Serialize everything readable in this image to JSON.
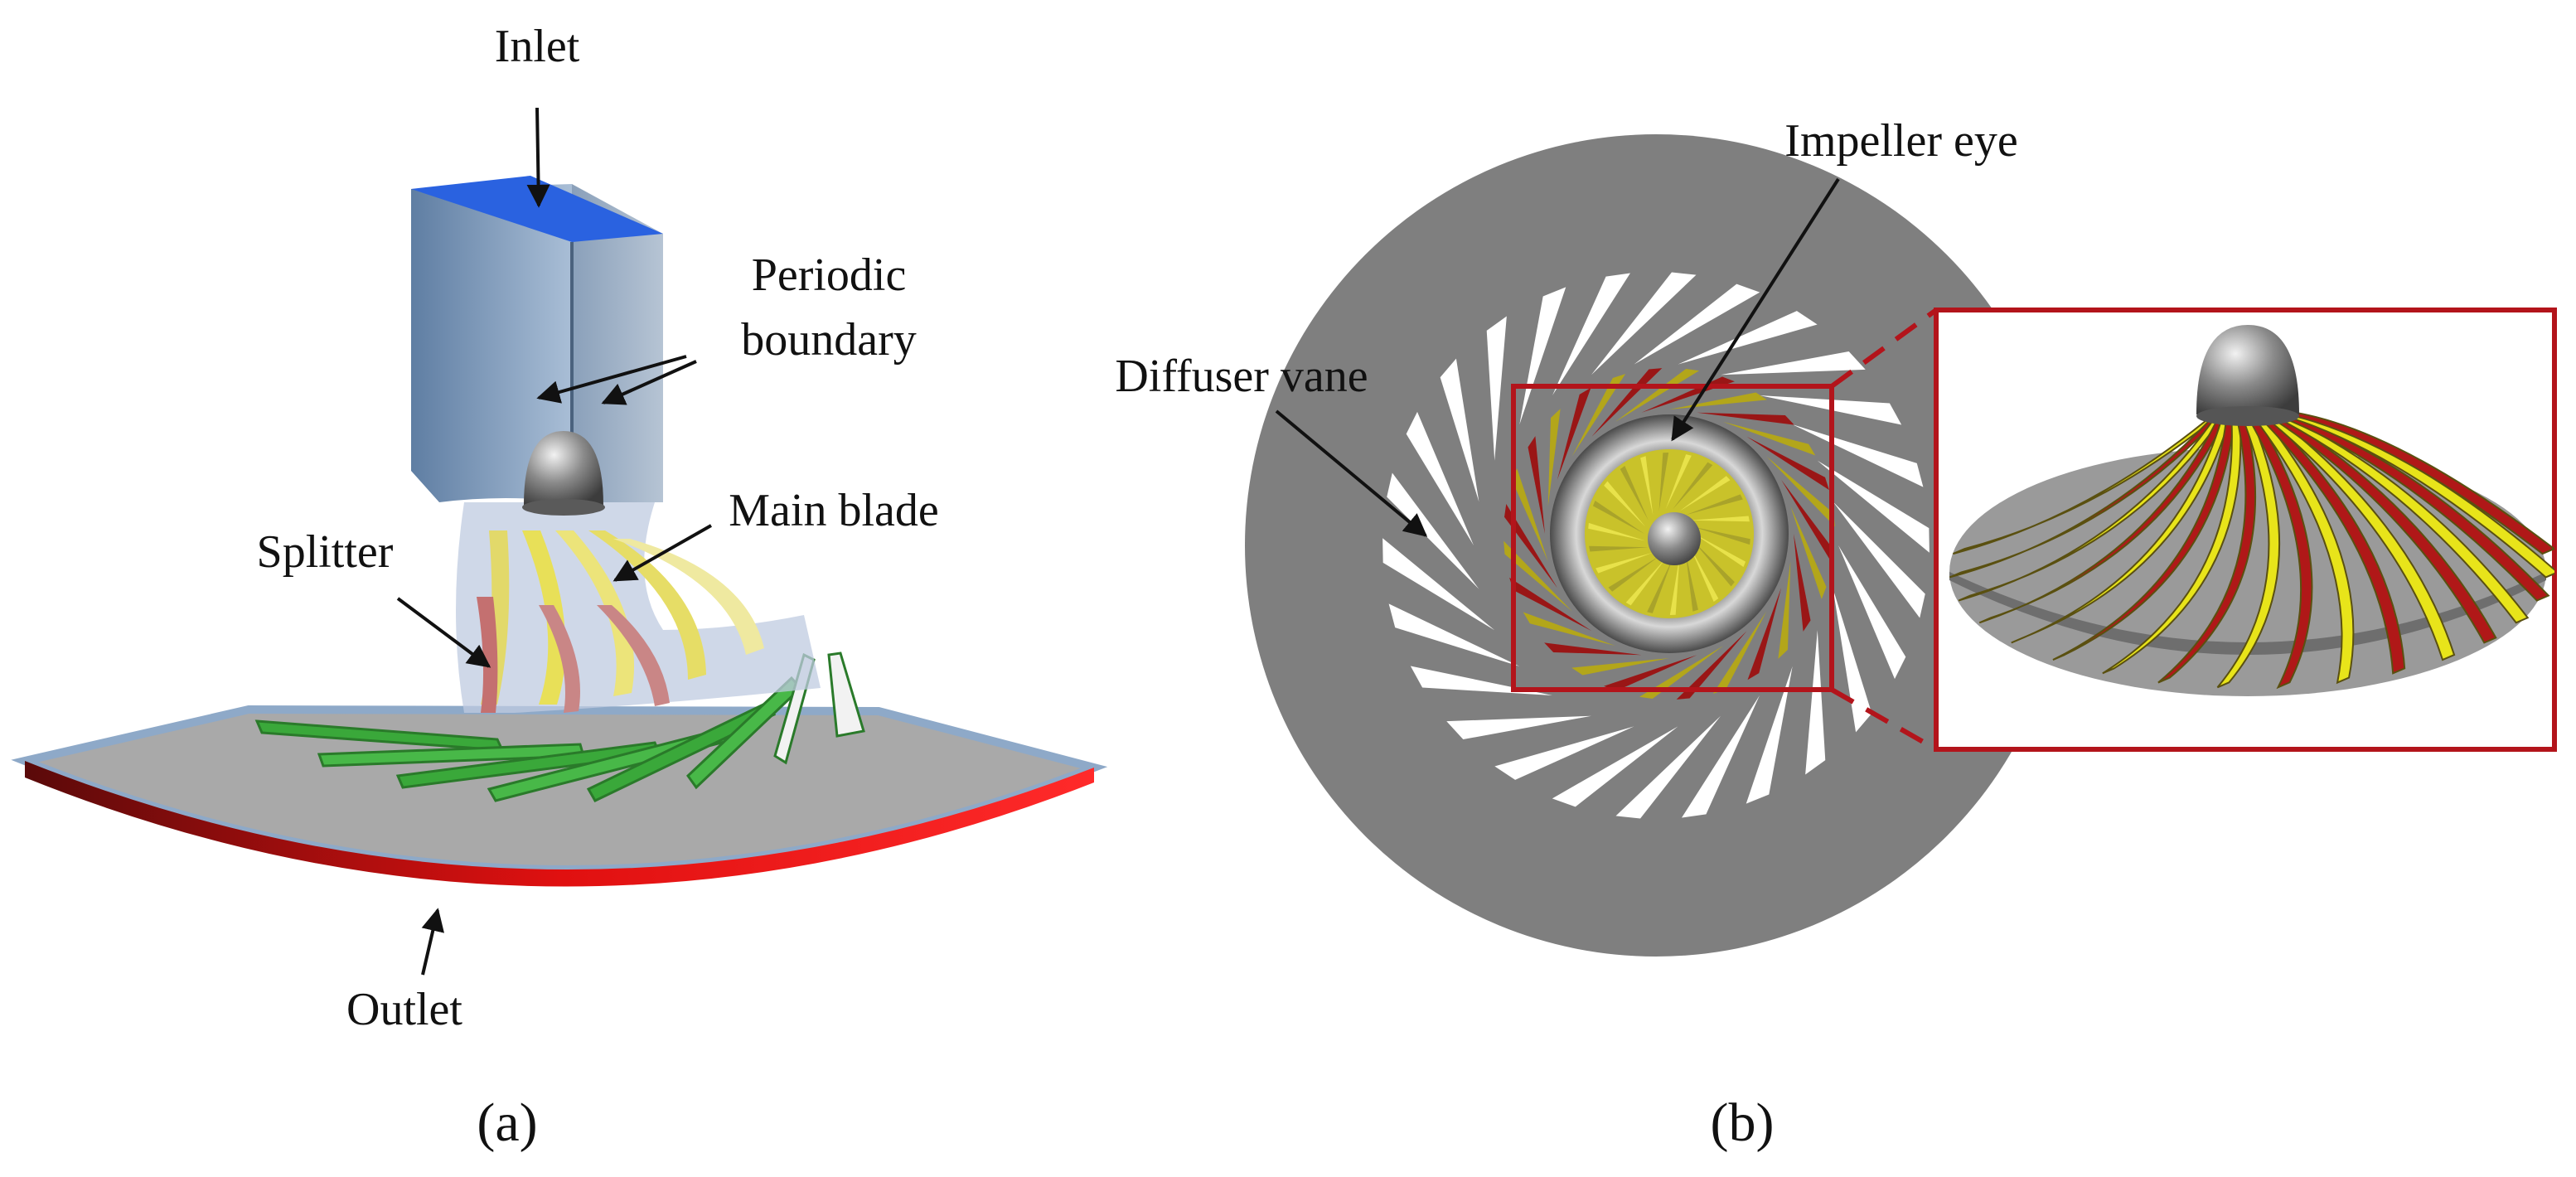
{
  "panel_a": {
    "labels": {
      "inlet": "Inlet",
      "periodic_line1": "Periodic",
      "periodic_line2": "boundary",
      "main_blade": "Main blade",
      "splitter": "Splitter",
      "outlet": "Outlet"
    },
    "caption": "(a)"
  },
  "panel_b": {
    "labels": {
      "impeller_eye": "Impeller eye",
      "diffuser_vane": "Diffuser vane"
    },
    "caption": "(b)"
  },
  "colors": {
    "inlet_face": "#2a62e0",
    "periodic_face": "#8fa4bd",
    "outlet_edge": "#e01010",
    "diffuser_vane_a": "#3aa83a",
    "casing": "#7f7f7f",
    "main_blade": "#e8e41a",
    "splitter": "#b01818",
    "detail_frame": "#b3141b"
  }
}
